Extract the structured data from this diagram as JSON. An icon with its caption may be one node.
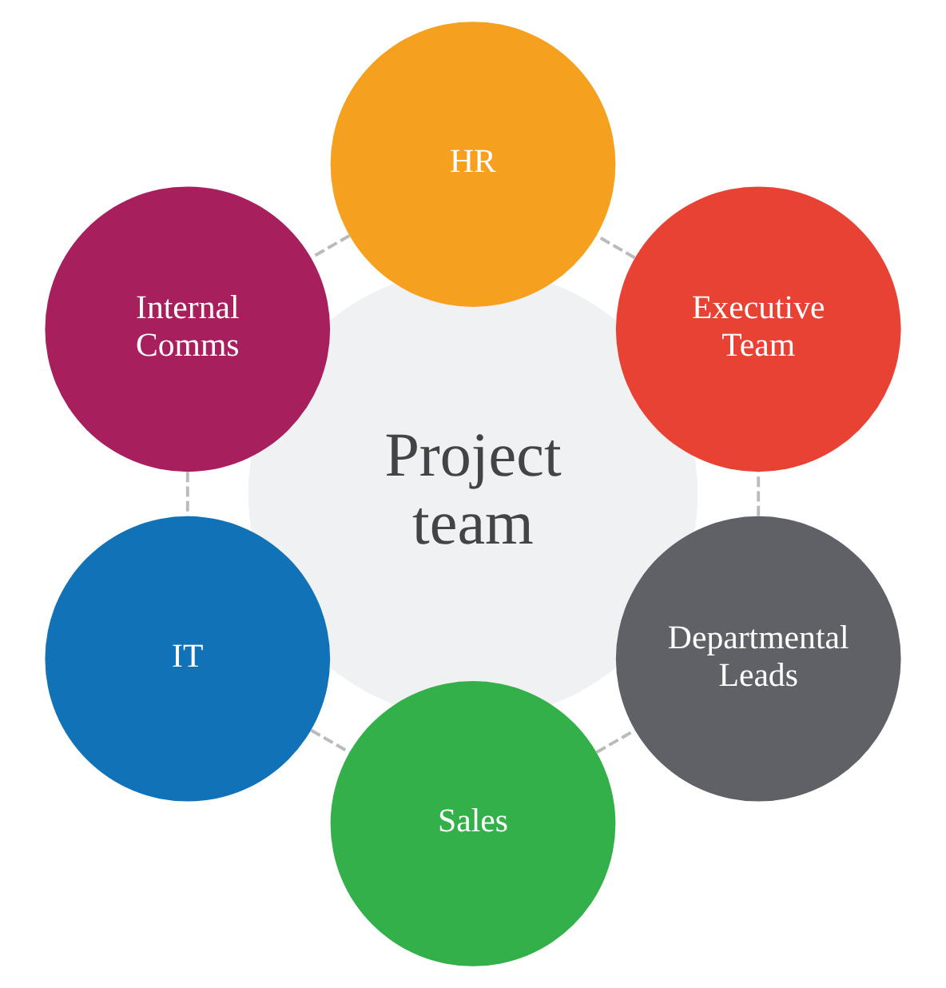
{
  "diagram": {
    "nodes": [
      {
        "text": [
          "Project team"
        ]
      },
      {
        "text": [
          "Executive Team"
        ]
      },
      {
        "text": [
          "HR"
        ]
      },
      {
        "text": [
          "Internal Comms"
        ]
      },
      {
        "text": [
          "IT"
        ]
      },
      {
        "text": [
          "Sales"
        ]
      },
      {
        "text": [
          "Departmental Leads"
        ]
      }
    ],
    "edges": [
      {
        "from": 1,
        "to": 2,
        "arrow": "none",
        "style": "dashed"
      },
      {
        "from": 2,
        "to": 3,
        "arrow": "none",
        "style": "dashed"
      },
      {
        "from": 3,
        "to": 4,
        "arrow": "none",
        "style": "dashed"
      },
      {
        "from": 4,
        "to": 5,
        "arrow": "none",
        "style": "dashed"
      },
      {
        "from": 5,
        "to": 6,
        "arrow": "none",
        "style": "dashed"
      },
      {
        "from": 6,
        "to": 1,
        "arrow": "none",
        "style": "dashed"
      }
    ]
  }
}
